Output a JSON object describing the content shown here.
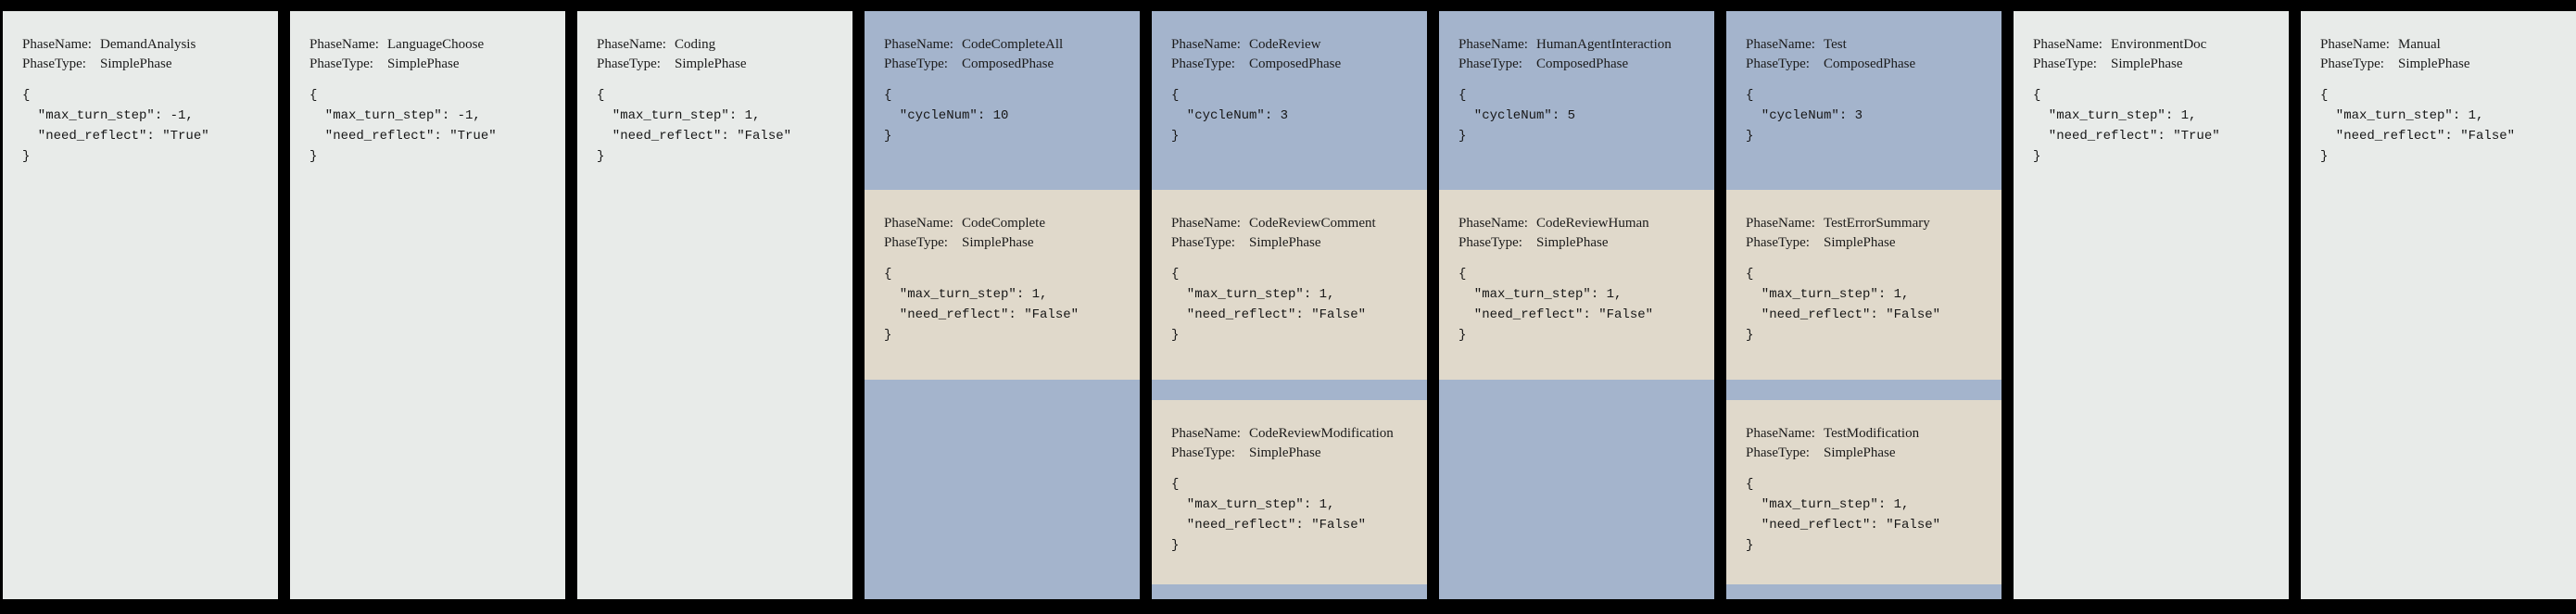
{
  "labels": {
    "phase_name": "PhaseName:",
    "phase_type": "PhaseType:"
  },
  "colors": {
    "background": "#000000",
    "simple_phase_bg": "#e8ebe9",
    "composed_phase_bg": "#a4b4cc",
    "nested_phase_bg": "#e0d9cb",
    "text": "#1b1b1b"
  },
  "panels": [
    {
      "name": "DemandAnalysis",
      "type": "SimplePhase",
      "config": "{\n  \"max_turn_step\": -1,\n  \"need_reflect\": \"True\"\n}"
    },
    {
      "name": "LanguageChoose",
      "type": "SimplePhase",
      "config": "{\n  \"max_turn_step\": -1,\n  \"need_reflect\": \"True\"\n}"
    },
    {
      "name": "Coding",
      "type": "SimplePhase",
      "config": "{\n  \"max_turn_step\": 1,\n  \"need_reflect\": \"False\"\n}"
    },
    {
      "name": "CodeCompleteAll",
      "type": "ComposedPhase",
      "config": "{\n  \"cycleNum\": 10\n}",
      "children": [
        {
          "name": "CodeComplete",
          "type": "SimplePhase",
          "config": "{\n  \"max_turn_step\": 1,\n  \"need_reflect\": \"False\"\n}"
        }
      ]
    },
    {
      "name": "CodeReview",
      "type": "ComposedPhase",
      "config": "{\n  \"cycleNum\": 3\n}",
      "children": [
        {
          "name": "CodeReviewComment",
          "type": "SimplePhase",
          "config": "{\n  \"max_turn_step\": 1,\n  \"need_reflect\": \"False\"\n}"
        },
        {
          "name": "CodeReviewModification",
          "type": "SimplePhase",
          "config": "{\n  \"max_turn_step\": 1,\n  \"need_reflect\": \"False\"\n}"
        }
      ]
    },
    {
      "name": "HumanAgentInteraction",
      "type": "ComposedPhase",
      "config": "{\n  \"cycleNum\": 5\n}",
      "children": [
        {
          "name": "CodeReviewHuman",
          "type": "SimplePhase",
          "config": "{\n  \"max_turn_step\": 1,\n  \"need_reflect\": \"False\"\n}"
        }
      ]
    },
    {
      "name": "Test",
      "type": "ComposedPhase",
      "config": "{\n  \"cycleNum\": 3\n}",
      "children": [
        {
          "name": "TestErrorSummary",
          "type": "SimplePhase",
          "config": "{\n  \"max_turn_step\": 1,\n  \"need_reflect\": \"False\"\n}"
        },
        {
          "name": "TestModification",
          "type": "SimplePhase",
          "config": "{\n  \"max_turn_step\": 1,\n  \"need_reflect\": \"False\"\n}"
        }
      ]
    },
    {
      "name": "EnvironmentDoc",
      "type": "SimplePhase",
      "config": "{\n  \"max_turn_step\": 1,\n  \"need_reflect\": \"True\"\n}"
    },
    {
      "name": "Manual",
      "type": "SimplePhase",
      "config": "{\n  \"max_turn_step\": 1,\n  \"need_reflect\": \"False\"\n}"
    }
  ]
}
